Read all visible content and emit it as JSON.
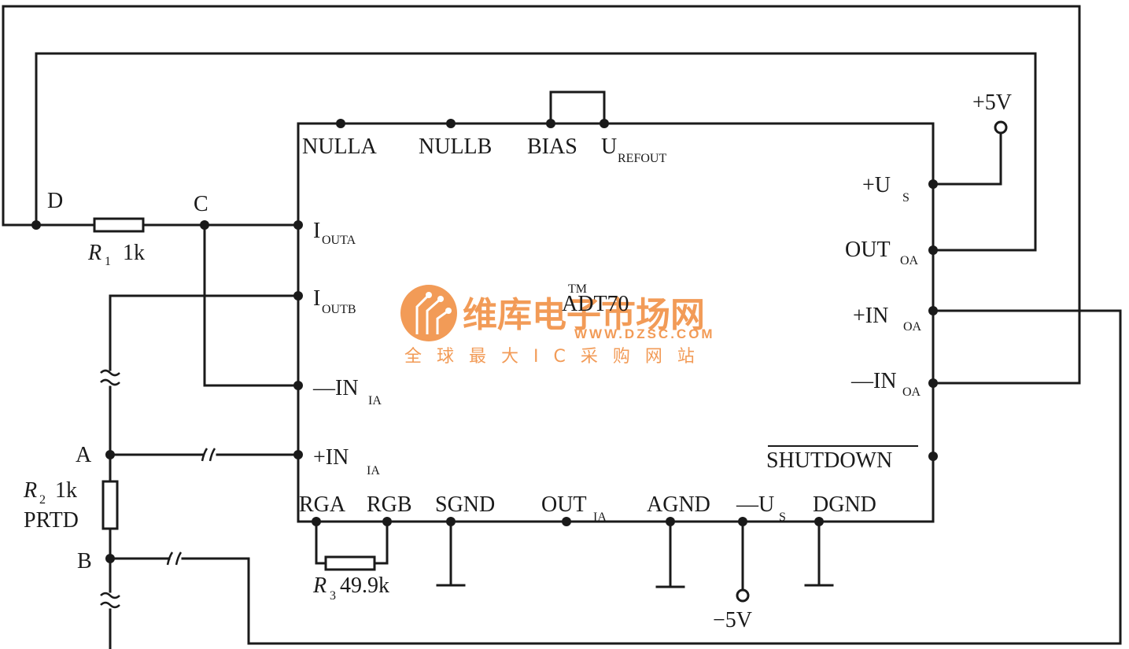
{
  "chip": {
    "name": "ADT70",
    "tm": "TM",
    "pins": {
      "nulla": "NULLA",
      "nullb": "NULLB",
      "bias": "BIAS",
      "urefout_main": "U",
      "urefout_sub": "REFOUT",
      "iouta_main": "I",
      "iouta_sub": "OUTA",
      "ioutb_main": "I",
      "ioutb_sub": "OUTB",
      "minus_in_ia_main": "—IN",
      "minus_in_ia_sub": "IA",
      "plus_in_ia_main": "+IN",
      "plus_in_ia_sub": "IA",
      "rga": "RGA",
      "rgb": "RGB",
      "sgnd": "SGND",
      "out_ia_main": "OUT",
      "out_ia_sub": "IA",
      "agnd": "AGND",
      "minus_us_main": "—U",
      "minus_us_sub": "S",
      "dgnd": "DGND",
      "plus_us_main": "+U",
      "plus_us_sub": "S",
      "out_oa_main": "OUT",
      "out_oa_sub": "OA",
      "plus_in_oa_main": "+IN",
      "plus_in_oa_sub": "OA",
      "minus_in_oa_main": "—IN",
      "minus_in_oa_sub": "OA",
      "shutdown": "SHUTDOWN"
    }
  },
  "nodes": {
    "a": "A",
    "b": "B",
    "c": "C",
    "d": "D"
  },
  "components": {
    "r1_symbol": "R",
    "r1_index": "1",
    "r1_value": "1k",
    "r2_symbol": "R",
    "r2_index": "2",
    "r2_value": "1k",
    "r2_type": "PRTD",
    "r3_symbol": "R",
    "r3_index": "3",
    "r3_value": "49.9k"
  },
  "supplies": {
    "pos": "+5V",
    "neg": "−5V"
  },
  "watermark": {
    "brand": "维库电子市场网",
    "url": "WWW.DZSC.COM",
    "slogan": "全球最大IC采购网站",
    "color": "#f08a3a"
  }
}
